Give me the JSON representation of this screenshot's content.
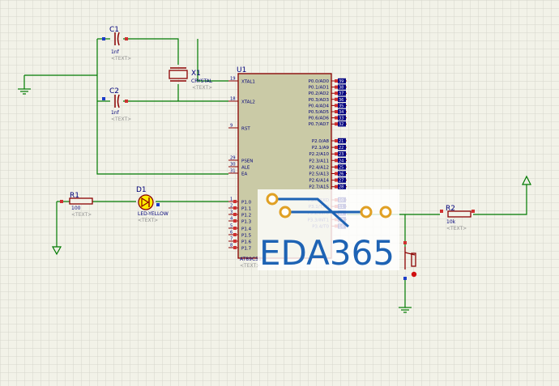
{
  "components": {
    "c1": {
      "ref": "C1",
      "value": "1nf",
      "placeholder": "<TEXT>"
    },
    "c2": {
      "ref": "C2",
      "value": "1nf",
      "placeholder": "<TEXT>"
    },
    "x1": {
      "ref": "X1",
      "value": "CRYSTAL",
      "placeholder": "<TEXT>"
    },
    "u1": {
      "ref": "U1",
      "part": "AT89C51",
      "placeholder": "<TEXT>"
    },
    "r1": {
      "ref": "R1",
      "value": "100",
      "placeholder": "<TEXT>"
    },
    "d1": {
      "ref": "D1",
      "value": "LED-YELLOW",
      "placeholder": "<TEXT>"
    },
    "r2": {
      "ref": "R2",
      "value": "10k",
      "placeholder": "<TEXT>"
    }
  },
  "mcu": {
    "left_pins": [
      {
        "num": "19",
        "name": "XTAL1"
      },
      {
        "num": "18",
        "name": "XTAL2"
      },
      {
        "num": "9",
        "name": "RST"
      },
      {
        "num": "29",
        "name": "PSEN"
      },
      {
        "num": "30",
        "name": "ALE"
      },
      {
        "num": "31",
        "name": "EA"
      },
      {
        "num": "1",
        "name": "P1.0"
      },
      {
        "num": "2",
        "name": "P1.1"
      },
      {
        "num": "3",
        "name": "P1.2"
      },
      {
        "num": "4",
        "name": "P1.3"
      },
      {
        "num": "5",
        "name": "P1.4"
      },
      {
        "num": "6",
        "name": "P1.5"
      },
      {
        "num": "7",
        "name": "P1.6"
      },
      {
        "num": "8",
        "name": "P1.7"
      }
    ],
    "right_pins": [
      {
        "num": "39",
        "name": "P0.0/AD0"
      },
      {
        "num": "38",
        "name": "P0.1/AD1"
      },
      {
        "num": "37",
        "name": "P0.2/AD2"
      },
      {
        "num": "36",
        "name": "P0.3/AD3"
      },
      {
        "num": "35",
        "name": "P0.4/AD4"
      },
      {
        "num": "34",
        "name": "P0.5/AD5"
      },
      {
        "num": "33",
        "name": "P0.6/AD6"
      },
      {
        "num": "32",
        "name": "P0.7/AD7"
      },
      {
        "num": "21",
        "name": "P2.0/A8"
      },
      {
        "num": "22",
        "name": "P2.1/A9"
      },
      {
        "num": "23",
        "name": "P2.2/A10"
      },
      {
        "num": "24",
        "name": "P2.3/A11"
      },
      {
        "num": "25",
        "name": "P2.4/A12"
      },
      {
        "num": "26",
        "name": "P2.5/A13"
      },
      {
        "num": "27",
        "name": "P2.6/A14"
      },
      {
        "num": "28",
        "name": "P2.7/A15"
      },
      {
        "num": "10",
        "name": "P3.0/RXD"
      },
      {
        "num": "11",
        "name": "P3.1/TXD"
      },
      {
        "num": "12",
        "name": "P3.2/INT0"
      },
      {
        "num": "13",
        "name": "P3.3/INT1"
      },
      {
        "num": "14",
        "name": "P3.4/T0"
      }
    ]
  },
  "watermark": {
    "text": "EDA365"
  },
  "colors": {
    "background": "#f2f2e8",
    "grid": "#d6d6cc",
    "wire": "#007a00",
    "component": "#8b0000",
    "chip_fill": "#cacaa6",
    "pin_num_bg": "#000080",
    "led_fill": "#ffee00",
    "watermark_blue": "#1e63b4",
    "watermark_gold": "#e0a024"
  }
}
